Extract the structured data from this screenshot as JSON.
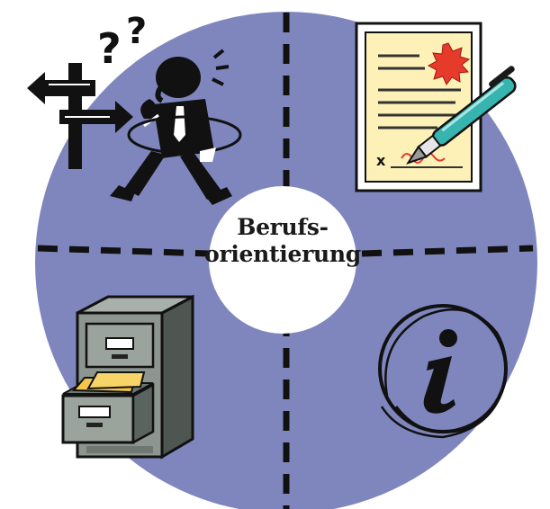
{
  "diagram": {
    "center_line1": "Berufs-",
    "center_line2": "orientierung",
    "colors": {
      "disc": "#7f86bd",
      "center": "#ffffff",
      "divider": "#111111",
      "certificate_paper": "#fdf1b8",
      "seal": "#e63a2a",
      "pen": "#37b3b0",
      "folder": "#f5c64a",
      "cabinet": "#8d958f"
    },
    "icons": {
      "top_left": "confused-walker-signpost-icon",
      "top_right": "signed-certificate-pen-icon",
      "bottom_left": "filing-cabinet-icon",
      "bottom_right": "information-icon"
    },
    "certificate_mark": "x"
  }
}
